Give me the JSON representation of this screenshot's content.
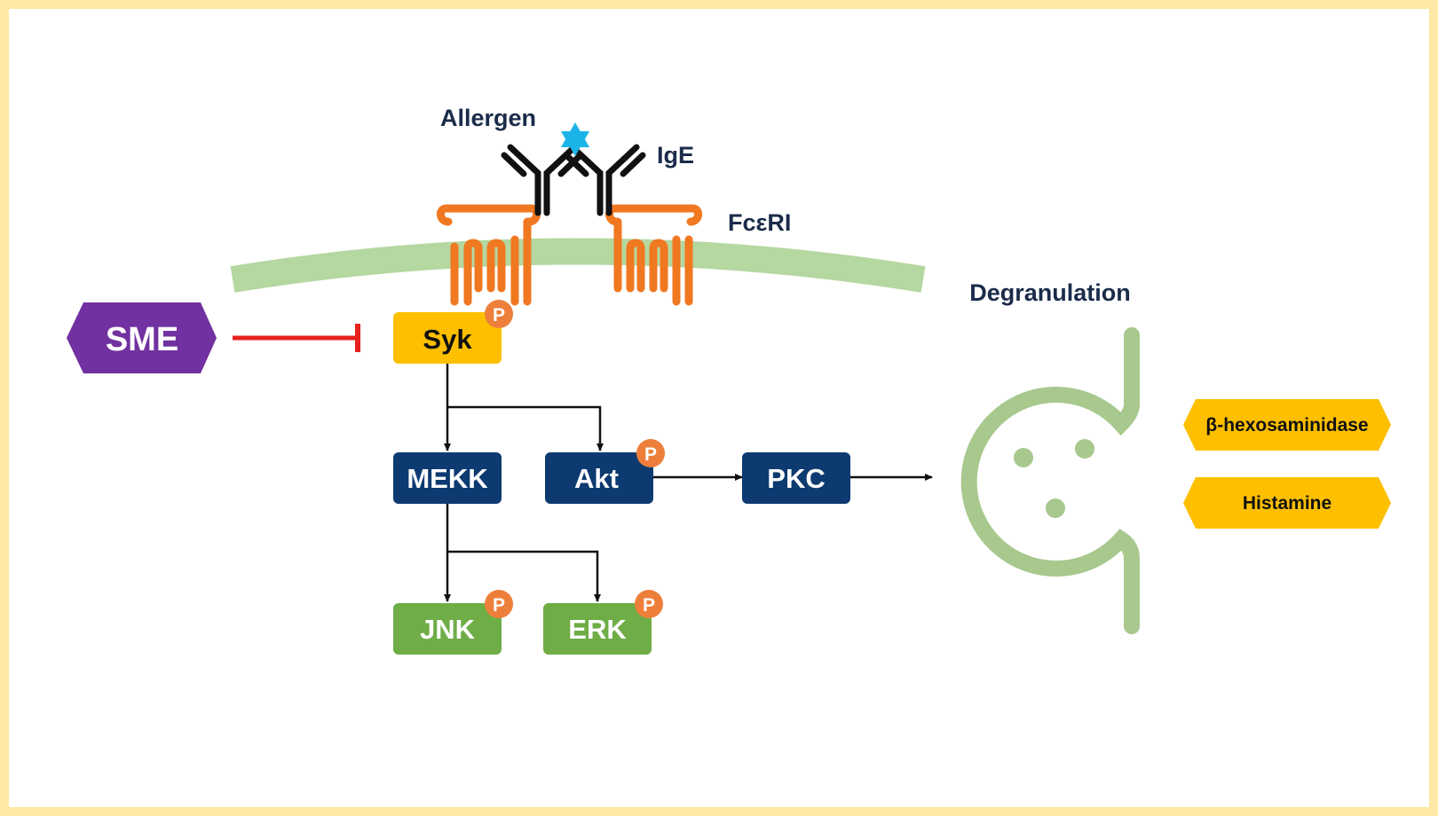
{
  "labels": {
    "allergen": "Allergen",
    "ige": "IgE",
    "fceri": "FcεRI",
    "degranulation": "Degranulation"
  },
  "inhibitor": {
    "label": "SME"
  },
  "nodes": {
    "syk": "Syk",
    "mekk": "MEKK",
    "akt": "Akt",
    "pkc": "PKC",
    "jnk": "JNK",
    "erk": "ERK"
  },
  "phospho_label": "P",
  "released": {
    "item1": "β-hexosaminidase",
    "item2": "Histamine"
  },
  "colors": {
    "frame": "#FDE9A3",
    "membrane": "#B5D7A0",
    "receptor": "#F07820",
    "antibody": "#111111",
    "allergen_star": "#1BB4E8",
    "sme": "#7131A0",
    "inhibition": "#E8201E",
    "syk": "#FDBF00",
    "dark_node": "#0D3A70",
    "green_node": "#6FAD47",
    "phospho": "#EE7F3A",
    "vesicle": "#A8C88E",
    "released": "#FDBF00",
    "label_text": "#1B2B4A"
  }
}
